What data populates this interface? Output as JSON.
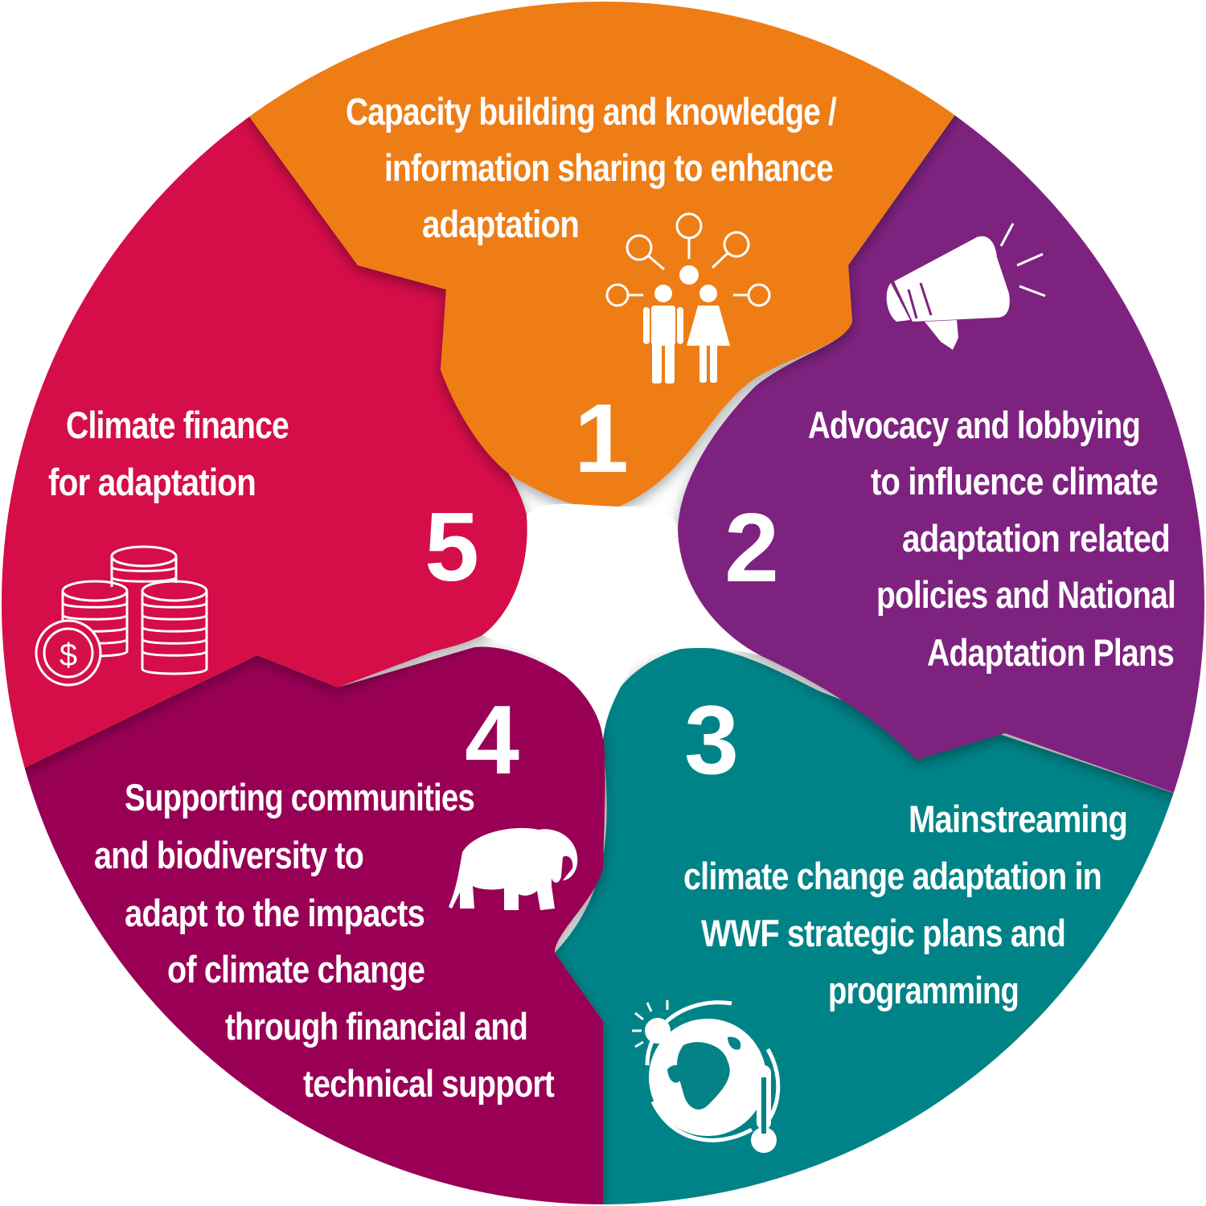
{
  "diagram": {
    "colors": {
      "segment_1": "#ee7d12",
      "segment_2": "#7e2180",
      "segment_3": "#048387",
      "segment_4": "#990054",
      "segment_5": "#d51048",
      "text": "#ffffff",
      "background": "#ffffff"
    },
    "segments": [
      {
        "number": "1",
        "lines": [
          "Capacity building and knowledge /",
          "information sharing to enhance",
          "adaptation"
        ],
        "icon": "people-network-icon"
      },
      {
        "number": "2",
        "lines": [
          "Advocacy and lobbying",
          "to influence climate",
          "adaptation related",
          "policies and National",
          "Adaptation Plans"
        ],
        "icon": "megaphone-icon"
      },
      {
        "number": "3",
        "lines": [
          "Mainstreaming",
          "climate change adaptation in",
          "WWF strategic plans and",
          "programming"
        ],
        "icon": "globe-thermometer-icon"
      },
      {
        "number": "4",
        "lines": [
          "Supporting communities",
          "and biodiversity to",
          "adapt to the impacts",
          "of climate change",
          "through financial and",
          "technical support"
        ],
        "icon": "elephant-icon"
      },
      {
        "number": "5",
        "lines": [
          "Climate finance",
          "for adaptation"
        ],
        "icon": "coins-dollar-icon"
      }
    ]
  }
}
